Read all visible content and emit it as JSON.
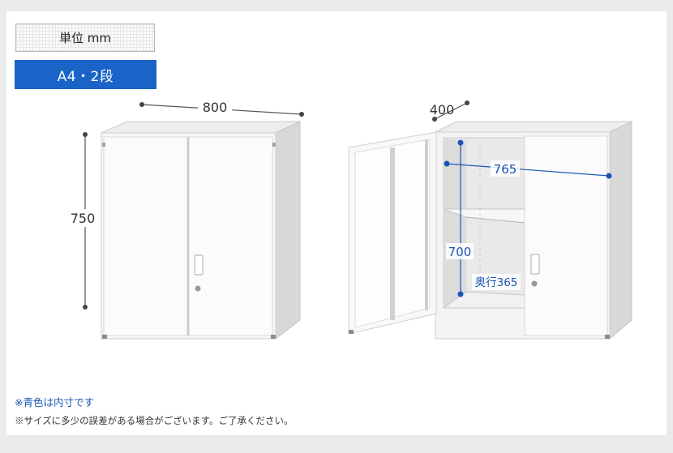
{
  "unit_label": "単位 mm",
  "type_label": "A4・2段",
  "dimensions": {
    "width": "800",
    "height": "750",
    "depth": "400",
    "inner_width": "765",
    "inner_height": "700",
    "inner_depth": "奥行365"
  },
  "notes": {
    "inner_note": "※青色は内寸です",
    "disclaimer": "※サイズに多少の誤差がある場合がございます。ご了承ください。"
  },
  "colors": {
    "accent_blue": "#1a64c7",
    "inner_dim_blue": "#1a55b5"
  }
}
